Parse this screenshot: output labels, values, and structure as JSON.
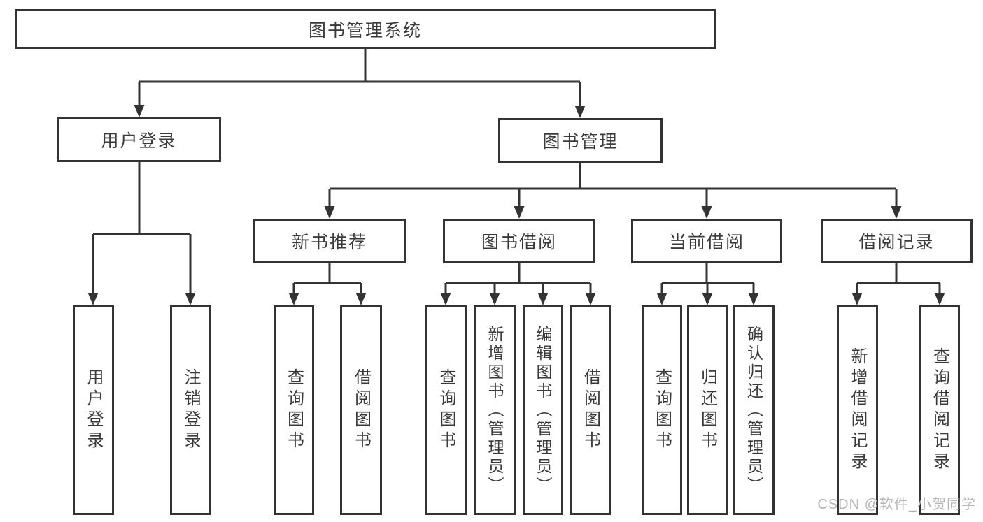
{
  "diagram": {
    "root": {
      "label": "图书管理系统"
    },
    "branches": [
      {
        "label": "用户登录",
        "children": [
          {
            "label": "用户登录"
          },
          {
            "label": "注销登录"
          }
        ]
      },
      {
        "label": "图书管理",
        "children": [
          {
            "label": "新书推荐",
            "children": [
              {
                "label": "查询图书"
              },
              {
                "label": "借阅图书"
              }
            ]
          },
          {
            "label": "图书借阅",
            "children": [
              {
                "label": "查询图书"
              },
              {
                "label": "新增图书（管理员）"
              },
              {
                "label": "编辑图书（管理员）"
              },
              {
                "label": "借阅图书"
              }
            ]
          },
          {
            "label": "当前借阅",
            "children": [
              {
                "label": "查询图书"
              },
              {
                "label": "归还图书"
              },
              {
                "label": "确认归还（管理员）"
              }
            ]
          },
          {
            "label": "借阅记录",
            "children": [
              {
                "label": "新增借阅记录"
              },
              {
                "label": "查询借阅记录"
              }
            ]
          }
        ]
      }
    ]
  },
  "watermark": {
    "text": "CSDN @软件_小贺同学"
  },
  "colors": {
    "line": "#333333",
    "box_border": "#333333",
    "text": "#3a3a3a",
    "watermark": "#b5b5b5",
    "background": "#ffffff"
  }
}
